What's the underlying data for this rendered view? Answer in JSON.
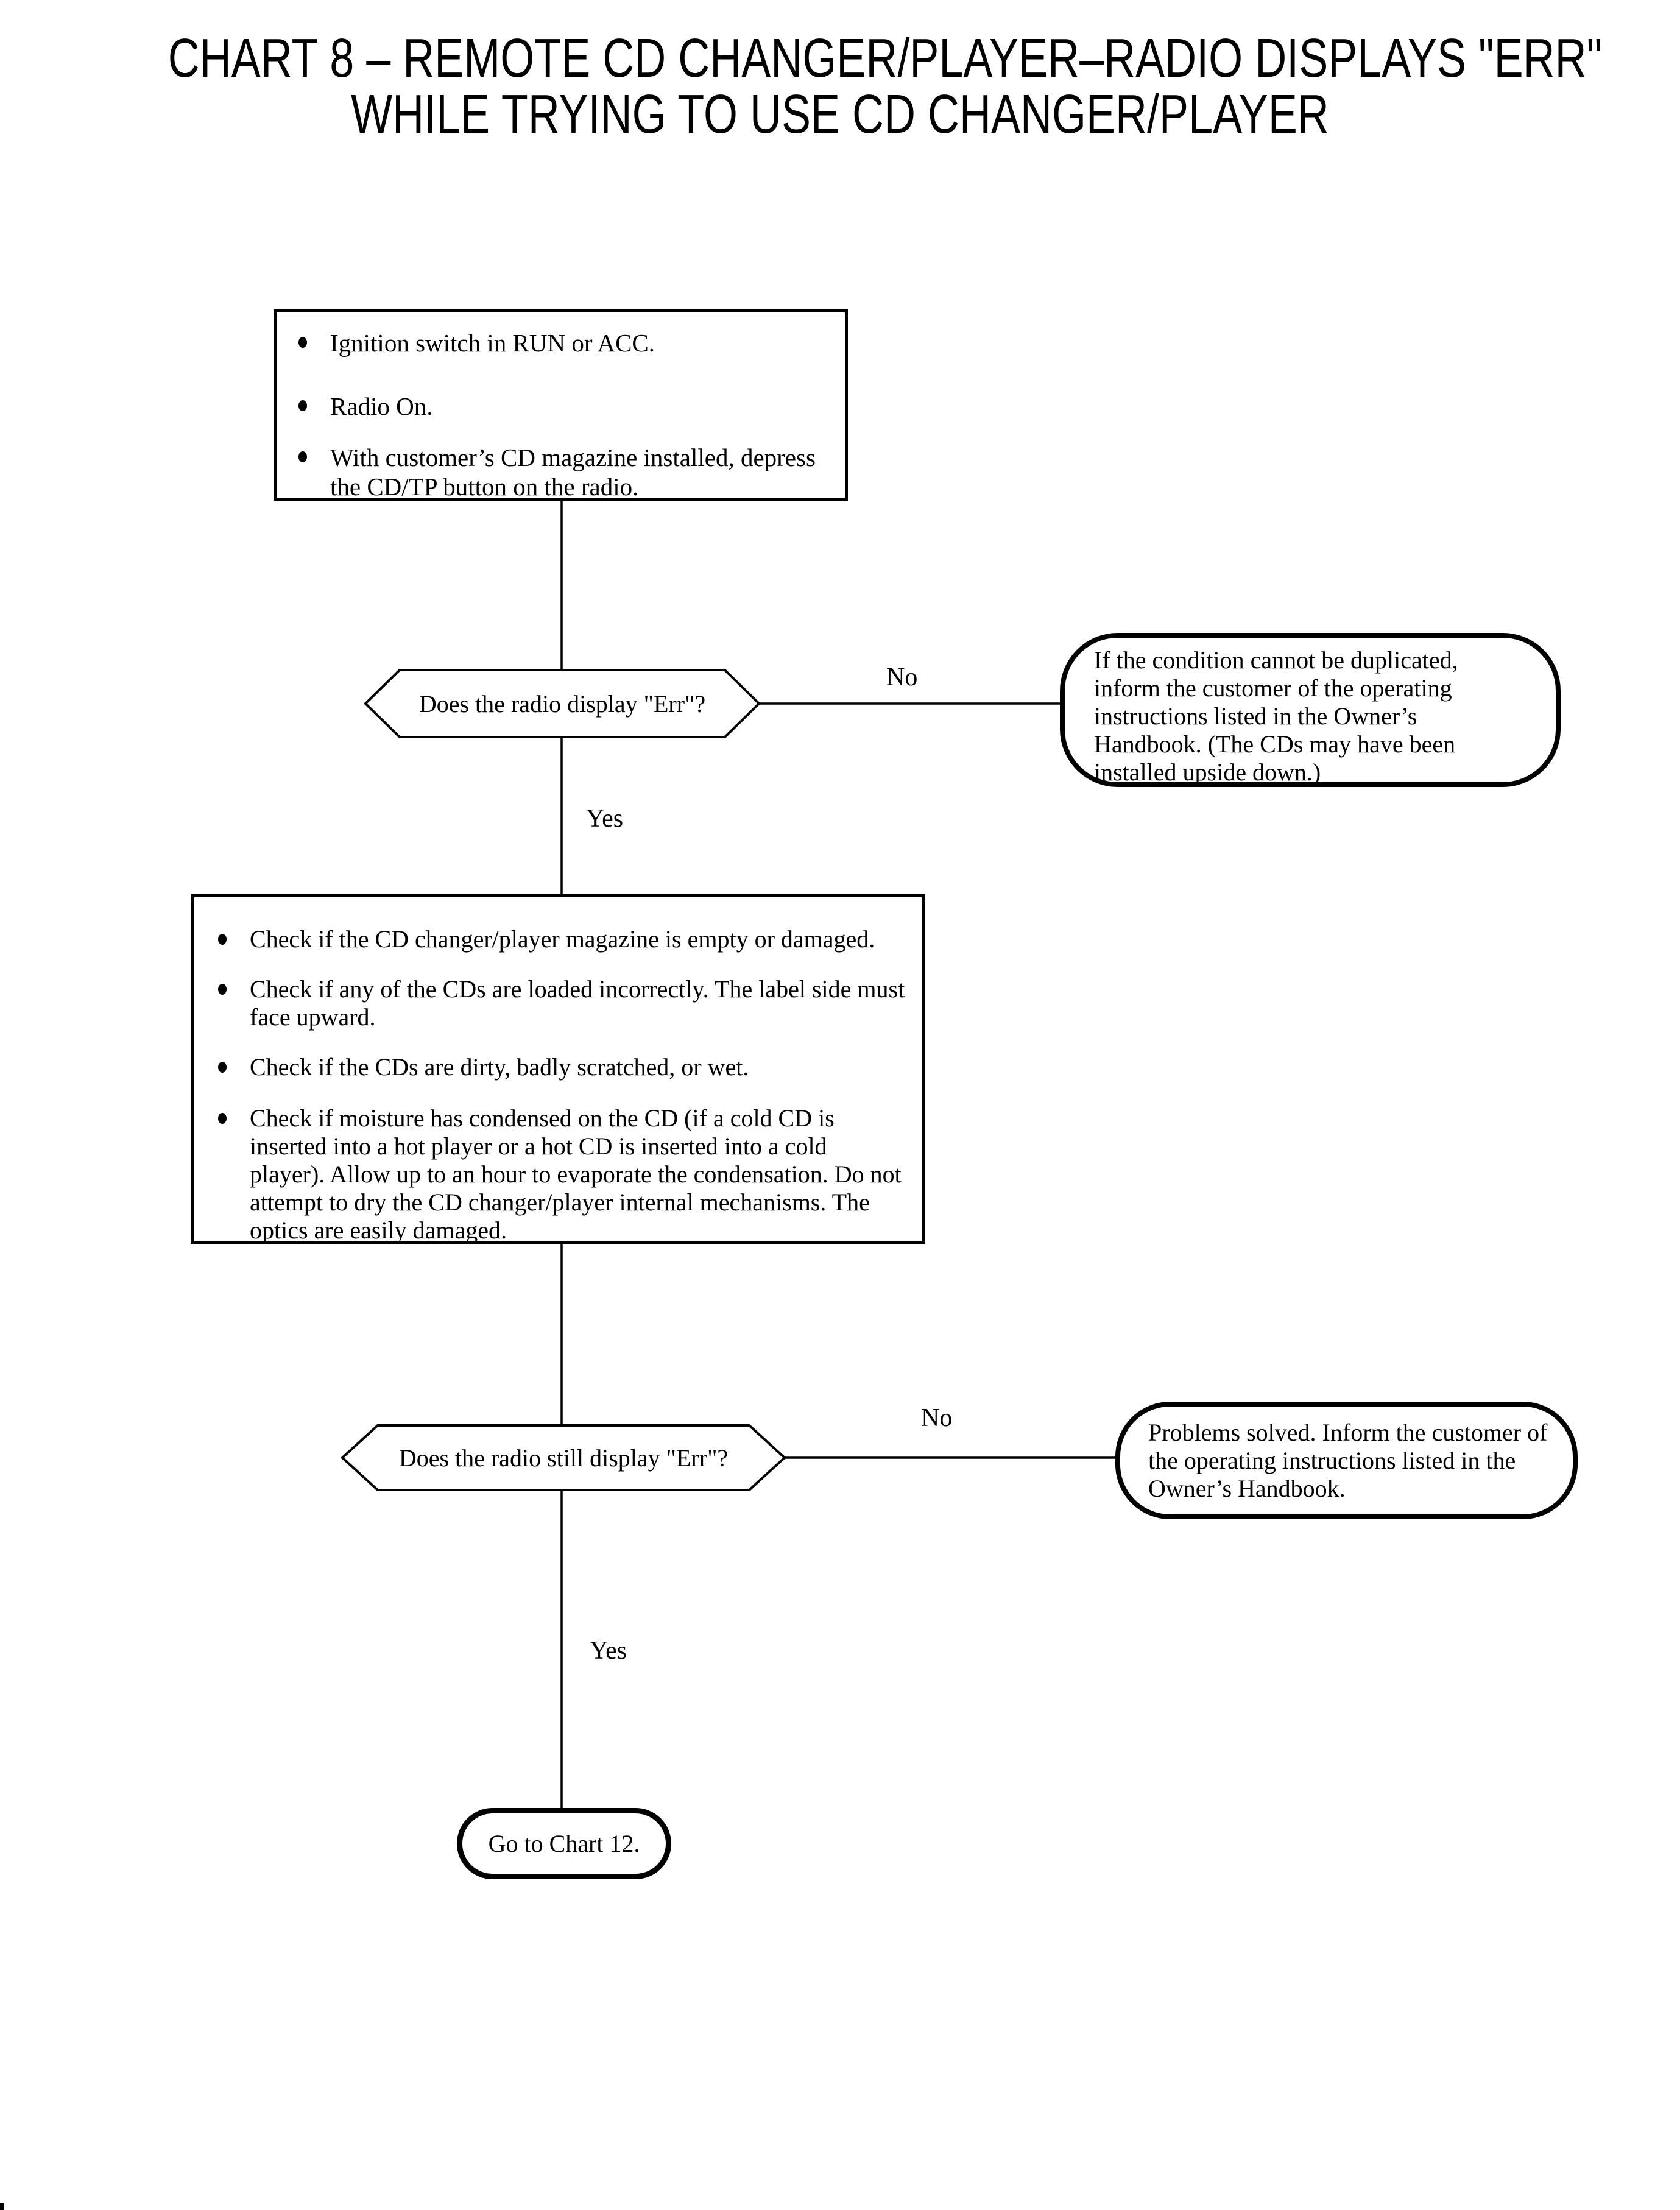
{
  "title": {
    "line1": "CHART 8 – REMOTE CD CHANGER/PLAYER–RADIO DISPLAYS \"ERR\"",
    "line2": "WHILE TRYING TO USE CD CHANGER/PLAYER"
  },
  "preconditions": {
    "bullets": [
      "Ignition switch in RUN or ACC.",
      "Radio On.",
      "With customer’s CD magazine installed, depress the CD/TP button on the radio."
    ]
  },
  "decision1": {
    "question": "Does the radio display \"Err\"?",
    "no_label": "No",
    "yes_label": "Yes"
  },
  "no_outcome1": {
    "text": "If the condition cannot be duplicated, inform the customer of the operating instructions listed in the Owner’s Handbook. (The CDs may have been installed upside down.)"
  },
  "checks": {
    "bullets": [
      "Check if the CD changer/player magazine is empty or damaged.",
      "Check if any of the CDs are loaded incorrectly. The label side must face upward.",
      "Check if the CDs are dirty, badly scratched, or wet.",
      "Check if moisture has condensed on the CD (if a cold CD is inserted into a hot player or a hot CD is inserted into a cold player). Allow up to an hour to evaporate the condensation. Do not attempt to dry the CD changer/player internal mechanisms. The optics are easily damaged."
    ]
  },
  "decision2": {
    "question": "Does the radio still display \"Err\"?",
    "no_label": "No",
    "yes_label": "Yes"
  },
  "no_outcome2": {
    "text": "Problems solved. Inform the customer of the operating instructions listed in the Owner’s Handbook."
  },
  "end_terminal": {
    "text": "Go to Chart 12."
  },
  "colors": {
    "ink": "#000000",
    "paper": "#ffffff"
  }
}
